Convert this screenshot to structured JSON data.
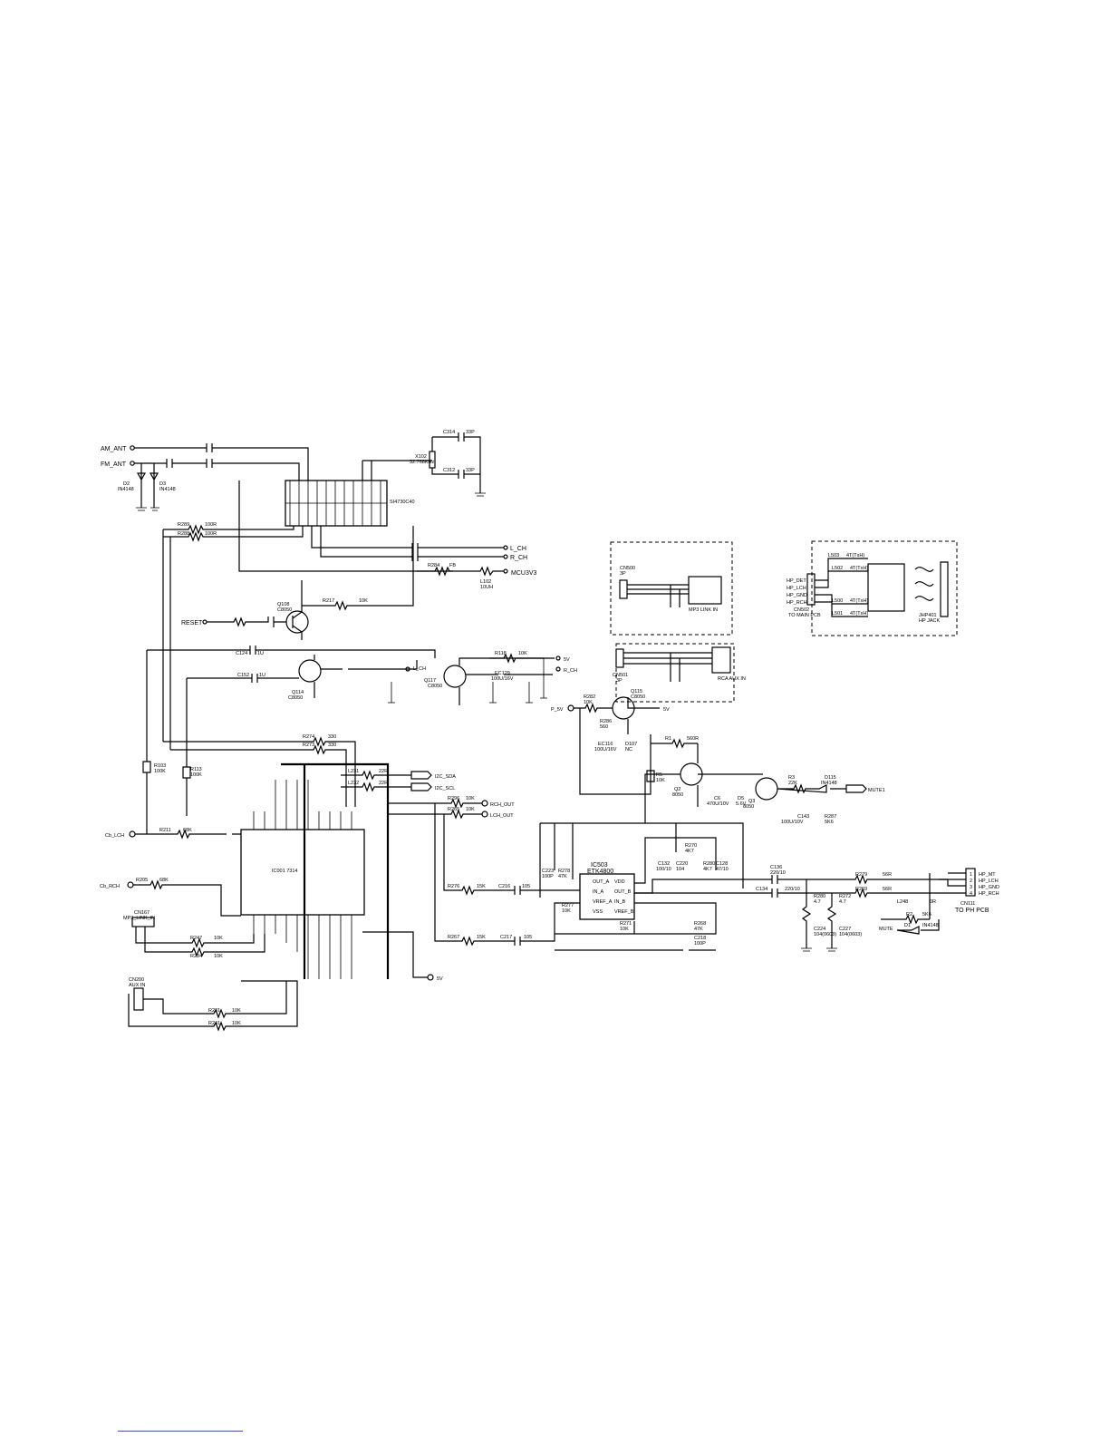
{
  "ports": {
    "am_ant": "AM_ANT",
    "fm_ant": "FM_ANT",
    "l_ch": "L_CH",
    "r_ch": "R_CH",
    "mcu3v3": "MCU3V3",
    "reset": "RESET",
    "cd_lch": "Cb_LCH",
    "cd_rch": "Cb_RCH",
    "rch_out": "RCH_OUT",
    "lch_out": "LCH_OUT",
    "i2c_sda": "I2C_SDA",
    "i2c_scl": "I2C_SCL",
    "l_ch_small": "L_CH",
    "r_ch_small": "R_CH",
    "v5": "5V",
    "p_5v": "P_5V",
    "mute1": "MUTE1",
    "mute": "MUTE",
    "p5v_b": "5V"
  },
  "ics": {
    "u1_name": "SI4730C40",
    "ic503_name": "IC503",
    "ic503_part": "ETK4800",
    "ic503_pins": [
      "OUT_A",
      "IN_A",
      "VREF_A",
      "VSS",
      "VDD",
      "OUT_B",
      "IN_B",
      "VREF_B"
    ],
    "ic_main_name": "IC001 7314"
  },
  "components": {
    "d2": "D2",
    "d2_val": "IN4148",
    "d3": "D3",
    "d3_val": "IN4148",
    "x102": "X102",
    "x102_val": "32.768KHz",
    "c314": "C314",
    "c314_val": "33P",
    "c312": "C312",
    "c312_val": "33P",
    "r284": "R284",
    "r284_val": "FB",
    "l102": "L102",
    "l102_val": "10UH",
    "q108": "Q108",
    "q108_val": "C8050",
    "r217": "R217",
    "r217_val": "10K",
    "q114": "Q114",
    "q114_val": "C8050",
    "q117": "Q117",
    "q117_val": "C8050",
    "r282": "R282",
    "r282_val": "10K",
    "q115": "Q115",
    "q115_val": "C8050",
    "r1": "R1",
    "r1_val": "560R",
    "q2": "Q2",
    "q2_val": "8050",
    "q3": "Q3",
    "q3_val": "8050",
    "r3": "R3",
    "r3_val": "22K",
    "d115": "D115",
    "d115_val": "IN4148",
    "c6": "C6",
    "c6_val": "470U/10V",
    "d5": "D5",
    "d5_val": "5.6V",
    "c143": "C143",
    "c143_val": "100U/10V",
    "r287": "R287",
    "r287_val": "5K6",
    "r276": "R276",
    "r276_val": "15K",
    "c216": "C216",
    "c216_val": "105",
    "r267": "R267",
    "r267_val": "15K",
    "c217": "C217",
    "c217_val": "105",
    "c223": "C223",
    "c223_val": "100P",
    "r278": "R278",
    "r278_val": "47K",
    "r277": "R277",
    "r277_val": "10K",
    "r271": "R271",
    "r271_val": "10K",
    "r268": "R268",
    "r268_val": "47K",
    "c218": "C218",
    "c218_val": "100P",
    "c132": "C132",
    "c132_val": "100/10",
    "c220": "C220",
    "c220_val": "104",
    "r270": "R270",
    "r270_val": "4K7",
    "r280b": "R280",
    "r280b_val": "4K7",
    "c128": "C128",
    "c128_val": "47/10",
    "c136": "C136",
    "c136_val": "220/10",
    "c134": "C134",
    "c134_val": "220/10",
    "r279": "R279",
    "r279_val": "56R",
    "r269": "R269",
    "r269_val": "56R",
    "r280": "R280",
    "r280_val": "4.7",
    "r272": "R272",
    "r272_val": "4.7",
    "c224": "C224",
    "c224_val": "104(0603)",
    "c227": "C227",
    "c227_val": "104(0603)",
    "l248": "L248",
    "l248_val": "0R",
    "r2": "R2",
    "r2_val": "5K6",
    "d1": "D1",
    "d1_val": "IN4148",
    "r286": "R286",
    "r286_val": "560",
    "ec116": "EC116",
    "ec116_val": "100U/16V",
    "d107": "D107",
    "d107_val": "NC",
    "r5": "R5",
    "r5_val": "10K",
    "r274": "R274",
    "r274_val": "330",
    "r273": "R273",
    "r273_val": "330",
    "r103": "R103",
    "r103_val": "100K",
    "r113": "R113",
    "r113_val": "100K",
    "r211": "R211",
    "r211_val": "68K",
    "r205": "R205",
    "r205_val": "68K",
    "r247": "R247",
    "r247_val": "10K",
    "r234": "R234",
    "r234_val": "10K",
    "r231": "R231",
    "r231_val": "10K",
    "r241": "R241",
    "r241_val": "10K",
    "r289": "R289",
    "r289_val": "100R",
    "r288": "R288",
    "r288_val": "100R",
    "r296": "R296",
    "r296_val": "10K",
    "r265": "R265",
    "r265_val": "10K",
    "l231": "L231",
    "l231_val": "22R",
    "l232": "L232",
    "l232_val": "22R",
    "c124": "C124",
    "c124_val": "1U",
    "c152": "C152",
    "c152_val": "1U",
    "r118": "R118",
    "r118_val": "10K",
    "ec129": "EC129",
    "ec129_val": "100U/16V"
  },
  "connectors": {
    "cn111_name": "CN111",
    "cn111_sub": "TO PH PCB",
    "cn111_pins": [
      "HP_MT",
      "HP_LCH",
      "HP_GND",
      "HP_RCH"
    ],
    "cn111_nums": [
      "1",
      "2",
      "3",
      "4"
    ],
    "cn502_name": "CN502",
    "cn502_sub": "TO MAIN PCB",
    "cn502_pins": [
      "HP_DET",
      "HP_LCH",
      "HP_GND",
      "HP_RCH"
    ],
    "jhp401": "JHP401",
    "jhp401_sub": "HP JACK",
    "cn500": "CN500",
    "cn500_val": "3P",
    "j602_label": "MP3 LINK IN",
    "cn501": "CN501",
    "cn501_val": "3P",
    "j601_label": "RCA AUX IN",
    "cn200": "CN200",
    "cn200_label": "AUX IN",
    "cn167": "CN167",
    "cn167_label": "MP3_LINK_IN",
    "l503": "L503",
    "l503_val": "4T(TxH)",
    "l502": "L502",
    "l502_val": "4T(TxH)",
    "l500": "L500",
    "l500_val": "4T(TxH)",
    "l501": "L501",
    "l501_val": "4T(TxH)"
  }
}
